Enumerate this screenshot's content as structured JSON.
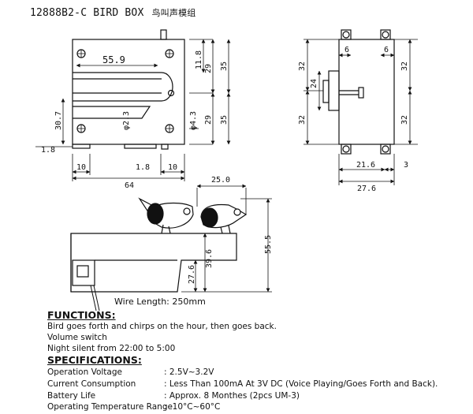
{
  "header": {
    "model": "12888B2-C  BIRD BOX",
    "model_cn": "鸟叫声模组"
  },
  "dimensions": {
    "w55_9": "55.9",
    "h11_8": "11.8",
    "h35a": "35",
    "h29a": "29",
    "h30_7": "30.7",
    "d2_3": "φ2.3",
    "d4_3": "φ4.3",
    "h29b": "29",
    "h35b": "35",
    "w1_8a": "1.8",
    "w10a": "10",
    "w1_8b": "1.8",
    "w10b": "10",
    "w64": "64",
    "r6a": "6",
    "r6b": "6",
    "r32a": "32",
    "r32b": "32",
    "r24": "24",
    "r32c": "32",
    "r32d": "32",
    "r21_6": "21.6",
    "r3": "3",
    "r27_6": "27.6",
    "b25_0": "25.0",
    "b55_5": "55.5",
    "b39_6": "39.6",
    "b27_6": "27.6"
  },
  "wire_length": "Wire Length: 250mm",
  "functions": {
    "heading": "FUNCTIONS:",
    "lines": [
      "Bird goes forth and chirps on the hour, then goes back.",
      "Volume switch",
      "Night silent from 22:00 to 5:00"
    ]
  },
  "specifications": {
    "heading": "SPECIFICATIONS:",
    "rows": [
      {
        "label": "Operation Voltage",
        "value": ": 2.5V~3.2V"
      },
      {
        "label": "Current Consumption",
        "value": ": Less Than 100mA At 3V DC (Voice Playing/Goes Forth and Back)."
      },
      {
        "label": "Battery Life",
        "value": ": Approx. 8 Monthes (2pcs UM-3)"
      },
      {
        "label": "Operating Temperature Range",
        "value": ": -10°C~60°C"
      }
    ]
  }
}
